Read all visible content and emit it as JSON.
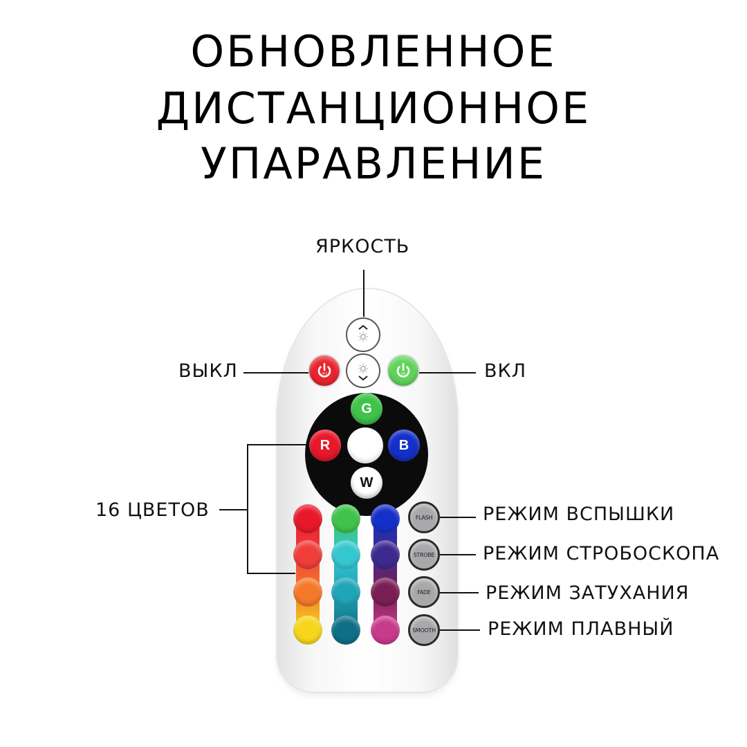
{
  "title": {
    "line1": "ОБНОВЛЕННОЕ",
    "line2": "ДИСТАНЦИОННОЕ",
    "line3": "УПАРАВЛЕНИЕ"
  },
  "labels": {
    "brightness": "ЯРКОСТЬ",
    "off": "ВЫКЛ",
    "on": "ВКЛ",
    "colors16": "16 ЦВЕТОВ",
    "flash_mode": "РЕЖИМ ВСПЫШКИ",
    "strobe_mode": "РЕЖИМ СТРОБОСКОПА",
    "fade_mode": "РЕЖИМ ЗАТУХАНИЯ",
    "smooth_mode": "РЕЖИМ ПЛАВНЫЙ"
  },
  "remote": {
    "power_off_text": "OFF",
    "power_on_text": "ON",
    "letters": {
      "g": "G",
      "r": "R",
      "b": "B",
      "w": "W"
    },
    "mode_buttons": {
      "flash": "FLASH",
      "strobe": "STROBE",
      "fade": "FADE",
      "smooth": "SMOOTH"
    },
    "colors": {
      "red": "#e8182b",
      "green": "#3fc34a",
      "blue": "#1530c8",
      "white": "#ffffff",
      "power_off": "#e8242e",
      "power_on": "#5fd35a",
      "grid_col1": [
        "#e8182b",
        "#ef3d3a",
        "#f47a2a",
        "#f7d51b"
      ],
      "grid_col2": [
        "#3fc34a",
        "#35c7cf",
        "#20a5b8",
        "#0f6f86"
      ],
      "grid_col3": [
        "#1530c8",
        "#3d2a8f",
        "#7a1f55",
        "#c83a8c"
      ]
    },
    "icons": [
      "brightness-up-icon",
      "brightness-down-icon",
      "power-icon"
    ]
  }
}
